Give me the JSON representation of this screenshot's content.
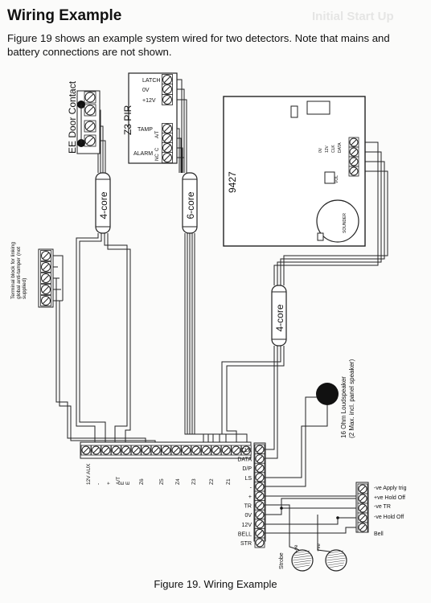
{
  "page": {
    "title": "Wiring Example",
    "intro": "Figure 19 shows an example system wired for two detectors. Note that mains and battery connections are not shown.",
    "caption": "Figure 19. Wiring Example",
    "bleed_heading": "Initial Start Up"
  },
  "diagram": {
    "door_contact": "EE Door Contact",
    "pir": {
      "name": "Z3 PIR",
      "pins": [
        "LATCH",
        "0V",
        "+12V",
        "TAMP",
        "A/T",
        "C",
        "NC",
        "ALARM"
      ]
    },
    "cables": {
      "door": "4-core",
      "pir": "6-core",
      "keypad": "4-core"
    },
    "terminal_block_note": "Terminal block for linking global anti-tamper (not supplied)",
    "keypad": {
      "model": "9427",
      "pins": [
        "0V",
        "12V",
        "CLK",
        "DATA"
      ],
      "vol": "VOL",
      "sounder": "SOUNDER"
    },
    "loudspeaker": "16 Ohm Loudspeaker (2 Max. incl. panel speaker)",
    "panel_bottom_labels": [
      "12V AUX",
      "-",
      "+",
      "A/T",
      "E",
      "E",
      "Z6",
      "Z5",
      "Z4",
      "Z3",
      "Z2",
      "Z1"
    ],
    "panel_right_labels": [
      "CLK",
      "DATA",
      "D/P",
      "LS",
      "-",
      "+",
      "TR",
      "0V",
      "12V",
      "BELL",
      "STR"
    ],
    "bell_box_labels": [
      "-ve Apply trig",
      "+ve Hold Off",
      "-ve TR",
      "-ve Hold Off",
      "Bell"
    ],
    "strobe": {
      "label": "Strobe",
      "neg": "-ve",
      "pos": "+ve"
    }
  }
}
